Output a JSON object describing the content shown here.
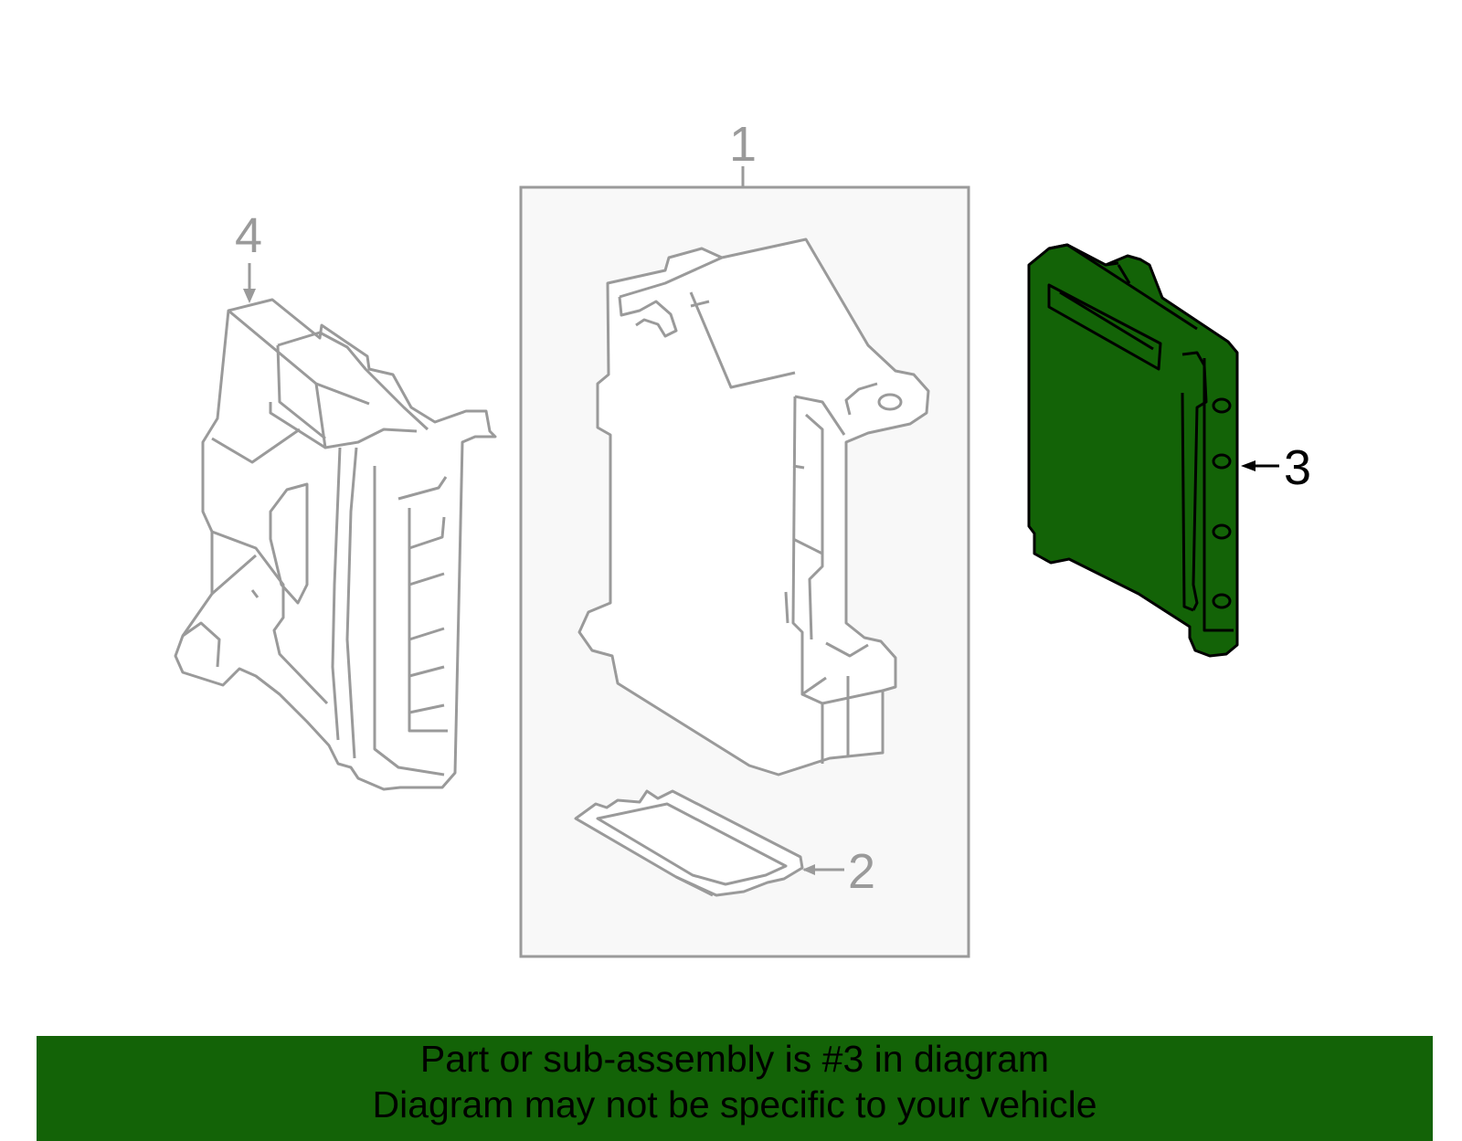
{
  "colors": {
    "ghost_stroke": "#9a9a9a",
    "highlight_fill": "#136307",
    "highlight_stroke": "#000000",
    "assembly_box_fill": "#f8f8f8",
    "banner_bg": "#136307"
  },
  "callouts": {
    "part1": "1",
    "part2": "2",
    "part3": "3",
    "part4": "4"
  },
  "highlighted_part": "3",
  "banner": {
    "line1": "Part or sub-assembly is #3 in diagram",
    "line2": "Diagram may not be specific to your vehicle"
  }
}
